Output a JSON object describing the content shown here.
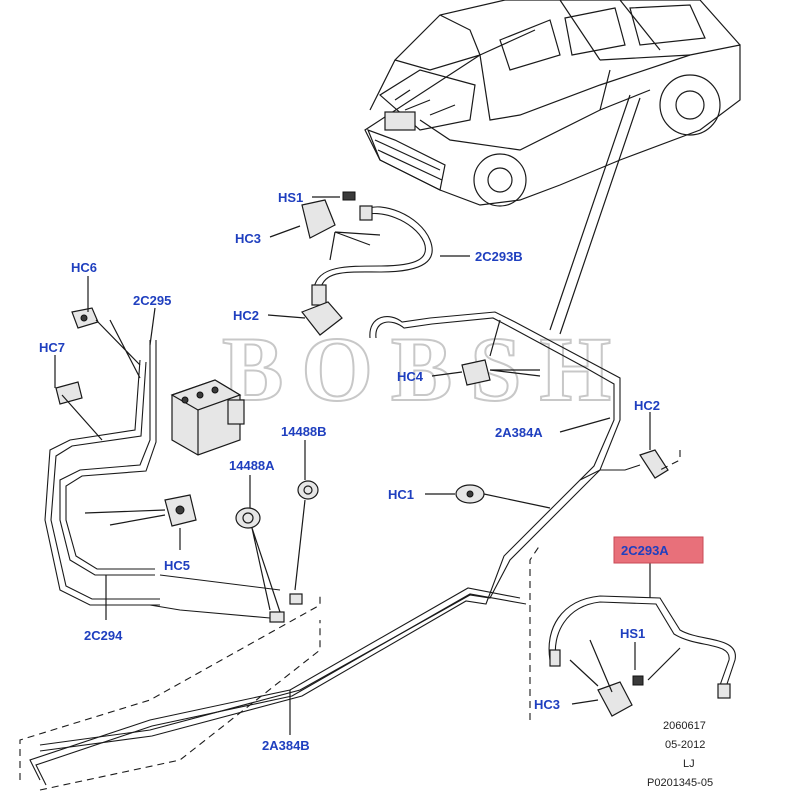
{
  "watermark": "BOBSH",
  "labels": {
    "hs1_top": "HS1",
    "hc3_top": "HC3",
    "b2c293b": "2C293B",
    "hc6": "HC6",
    "b2c295": "2C295",
    "hc2_left": "HC2",
    "hc7": "HC7",
    "hc4": "HC4",
    "hc2_right": "HC2",
    "b14488b": "14488B",
    "b2a384a": "2A384A",
    "b14488a": "14488A",
    "hc1": "HC1",
    "b2c293a": "2C293A",
    "hc5": "HC5",
    "b2c294": "2C294",
    "hs1_bottom": "HS1",
    "hc3_bottom": "HC3",
    "b2a384b": "2A384B"
  },
  "reference": {
    "line1": "2060617",
    "line2": "05-2012",
    "line3": "LJ",
    "line4": "P0201345-05"
  },
  "colors": {
    "label": "#1f3fbf",
    "highlight": "#e8707a"
  }
}
